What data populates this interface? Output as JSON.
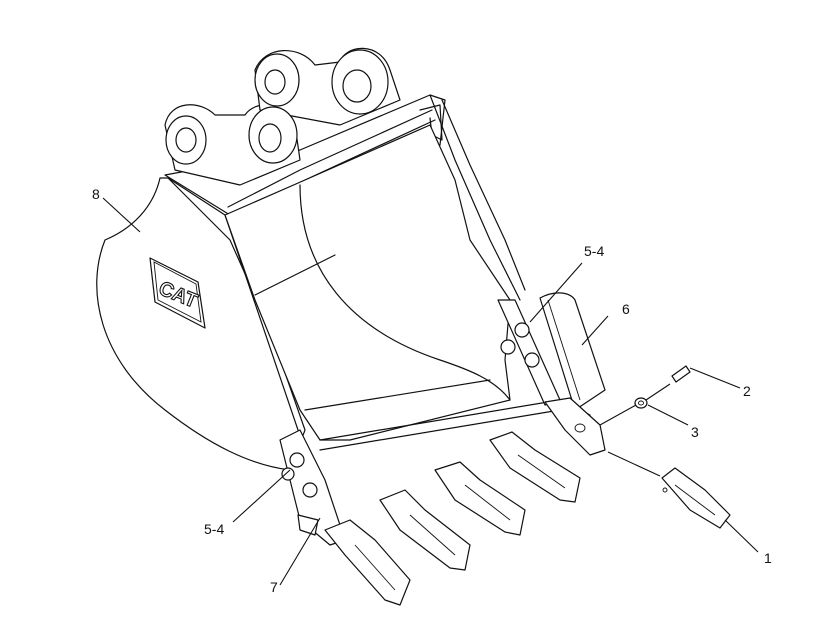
{
  "logo": {
    "text": "CAT"
  },
  "callouts": [
    {
      "id": "8",
      "text": "8"
    },
    {
      "id": "5-4-upper",
      "text": "5-4"
    },
    {
      "id": "6",
      "text": "6"
    },
    {
      "id": "2",
      "text": "2"
    },
    {
      "id": "3",
      "text": "3"
    },
    {
      "id": "5-4-lower",
      "text": "5-4"
    },
    {
      "id": "7",
      "text": "7"
    },
    {
      "id": "1",
      "text": "1"
    }
  ]
}
